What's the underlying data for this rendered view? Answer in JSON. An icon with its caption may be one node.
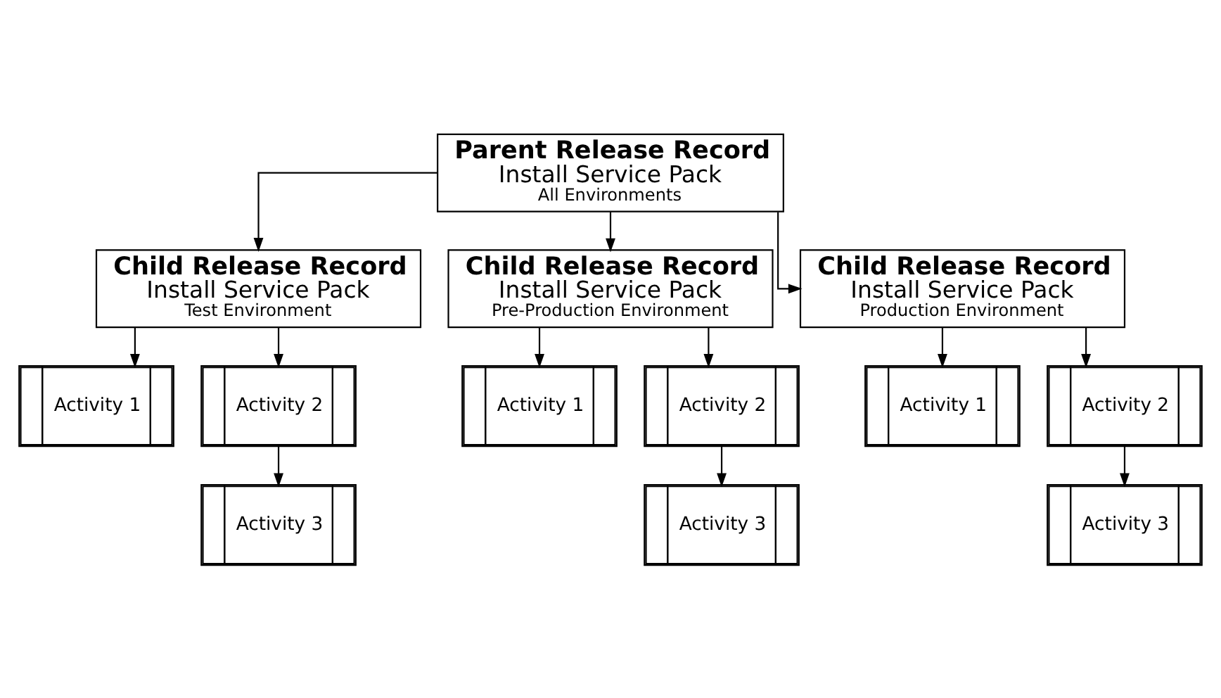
{
  "diagram": {
    "nodes": [
      {
        "text": [
          "Parent Release Record",
          "Install Service Pack",
          "All Environments"
        ]
      },
      {
        "text": [
          "Child Release Record",
          "Install Service Pack",
          "Test Environment"
        ]
      },
      {
        "text": [
          "Child Release Record",
          "Install Service Pack",
          "Pre-Production Environment"
        ]
      },
      {
        "text": [
          "Child Release Record",
          "Install Service Pack",
          "Production Environment"
        ]
      },
      {
        "text": [
          "Activity 1"
        ]
      },
      {
        "text": [
          "Activity 2"
        ]
      },
      {
        "text": [
          "Activity 3"
        ]
      },
      {
        "text": [
          "Activity 1"
        ]
      },
      {
        "text": [
          "Activity 2"
        ]
      },
      {
        "text": [
          "Activity 3"
        ]
      },
      {
        "text": [
          "Activity 1"
        ]
      },
      {
        "text": [
          "Activity 2"
        ]
      },
      {
        "text": [
          "Activity 3"
        ]
      }
    ],
    "edges": [
      {
        "from": 0,
        "to": 1,
        "arrow": "to"
      },
      {
        "from": 0,
        "to": 2,
        "arrow": "to"
      },
      {
        "from": 0,
        "to": 3,
        "arrow": "to"
      },
      {
        "from": 1,
        "to": 4,
        "arrow": "to"
      },
      {
        "from": 1,
        "to": 5,
        "arrow": "to"
      },
      {
        "from": 5,
        "to": 6,
        "arrow": "to"
      },
      {
        "from": 2,
        "to": 7,
        "arrow": "to"
      },
      {
        "from": 2,
        "to": 8,
        "arrow": "to"
      },
      {
        "from": 8,
        "to": 9,
        "arrow": "to"
      },
      {
        "from": 3,
        "to": 10,
        "arrow": "to"
      },
      {
        "from": 3,
        "to": 11,
        "arrow": "to"
      },
      {
        "from": 11,
        "to": 12,
        "arrow": "to"
      }
    ]
  }
}
